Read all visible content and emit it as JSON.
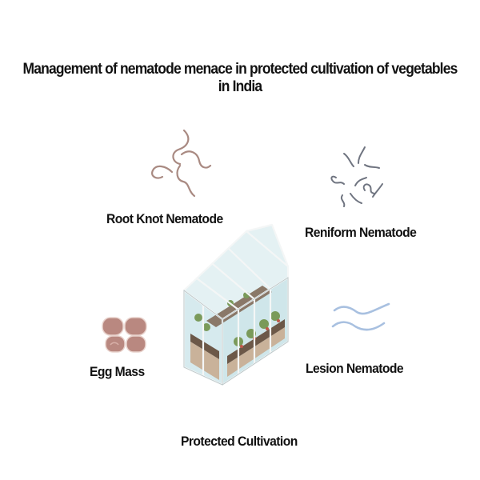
{
  "title": "Management of nematode menace in protected cultivation of  vegetables in India",
  "nodes": [
    {
      "id": "root-knot",
      "label": "Root Knot Nematode",
      "icon": "root-knot-nematode-icon",
      "color": "#a98a82"
    },
    {
      "id": "reniform",
      "label": "Reniform Nematode",
      "icon": "reniform-nematode-icon",
      "color": "#6f7480"
    },
    {
      "id": "egg-mass",
      "label": "Egg Mass",
      "icon": "egg-mass-icon",
      "color": "#b98880"
    },
    {
      "id": "lesion",
      "label": "Lesion Nematode",
      "icon": "lesion-nematode-icon",
      "color": "#a8c0e0"
    },
    {
      "id": "protected-cultivation",
      "label": "Protected Cultivation",
      "icon": "greenhouse-icon",
      "color": "#cfe6ea"
    }
  ]
}
